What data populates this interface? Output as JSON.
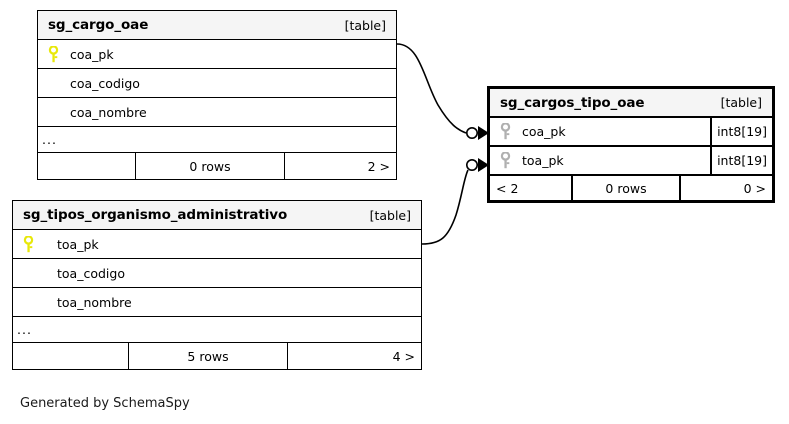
{
  "diagram": {
    "caption": "Generated by SchemaSpy",
    "kind_label": "[table]",
    "ellipsis": "...",
    "colors": {
      "primary_key_icon": "#e8e80a",
      "foreign_key_icon": "#b0b0b0",
      "header_background": "#f5f5f5",
      "border": "#000000",
      "background": "#ffffff"
    }
  },
  "tables": [
    {
      "id": "sg_cargo_oae",
      "name": "sg_cargo_oae",
      "kind": "[table]",
      "focus": false,
      "columns": [
        {
          "name": "coa_pk",
          "key": "primary",
          "type": ""
        },
        {
          "name": "coa_codigo",
          "key": "none",
          "type": ""
        },
        {
          "name": "coa_nombre",
          "key": "none",
          "type": ""
        }
      ],
      "has_more": true,
      "footer": {
        "left": "",
        "center": "0 rows",
        "right": "2 >"
      }
    },
    {
      "id": "sg_cargos_tipo_oae",
      "name": "sg_cargos_tipo_oae",
      "kind": "[table]",
      "focus": true,
      "columns": [
        {
          "name": "coa_pk",
          "key": "foreign",
          "type": "int8[19]"
        },
        {
          "name": "toa_pk",
          "key": "foreign",
          "type": "int8[19]"
        }
      ],
      "has_more": false,
      "footer": {
        "left": "< 2",
        "center": "0 rows",
        "right": "0 >"
      }
    },
    {
      "id": "sg_tipos_organismo_administrativo",
      "name": "sg_tipos_organismo_administrativo",
      "kind": "[table]",
      "focus": false,
      "columns": [
        {
          "name": "toa_pk",
          "key": "primary",
          "type": ""
        },
        {
          "name": "toa_codigo",
          "key": "none",
          "type": ""
        },
        {
          "name": "toa_nombre",
          "key": "none",
          "type": ""
        }
      ],
      "has_more": true,
      "footer": {
        "left": "",
        "center": "5 rows",
        "right": "4 >"
      }
    }
  ],
  "relationships": [
    {
      "id": "rel-coa",
      "from_table": "sg_cargo_oae",
      "from_column": "coa_pk",
      "to_table": "sg_cargos_tipo_oae",
      "to_column": "coa_pk",
      "optional": true
    },
    {
      "id": "rel-toa",
      "from_table": "sg_tipos_organismo_administrativo",
      "from_column": "toa_pk",
      "to_table": "sg_cargos_tipo_oae",
      "to_column": "toa_pk",
      "optional": true
    }
  ]
}
